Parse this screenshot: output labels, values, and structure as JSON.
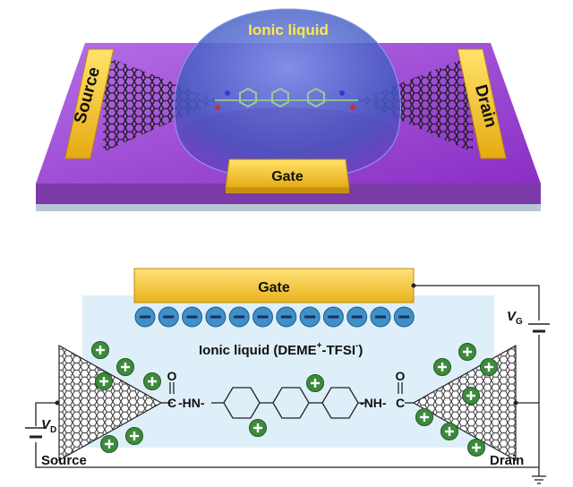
{
  "top": {
    "ionic_liquid": "Ionic liquid",
    "source": "Source",
    "drain": "Drain",
    "gate": "Gate"
  },
  "bottom": {
    "gate": "Gate",
    "ionic_label_main": "Ionic liquid (DEME",
    "ionic_label_plus": "+",
    "ionic_label_mid": "-TFSI",
    "ionic_label_minus": "-",
    "ionic_label_end": ")",
    "vg": "V",
    "vg_sub": "G",
    "vd": "V",
    "vd_sub": "D",
    "source": "Source",
    "drain": "Drain",
    "anion_count": 12,
    "chem": {
      "o1": "O",
      "c1": "C",
      "hn": "-HN-",
      "nh": "-NH-",
      "c2": "C",
      "o2": "O"
    }
  },
  "colors": {
    "substrate_top": "#9b3fd0",
    "substrate_side": "#7a2ea8",
    "electrode": "#f4c61a",
    "electrode_dark": "#c99a12",
    "droplet": "#4a68c8",
    "ionic_text": "#ffe84a",
    "anion": "#3f8fc8",
    "cation": "#3d8a3d",
    "pool": "#dfeff9"
  }
}
